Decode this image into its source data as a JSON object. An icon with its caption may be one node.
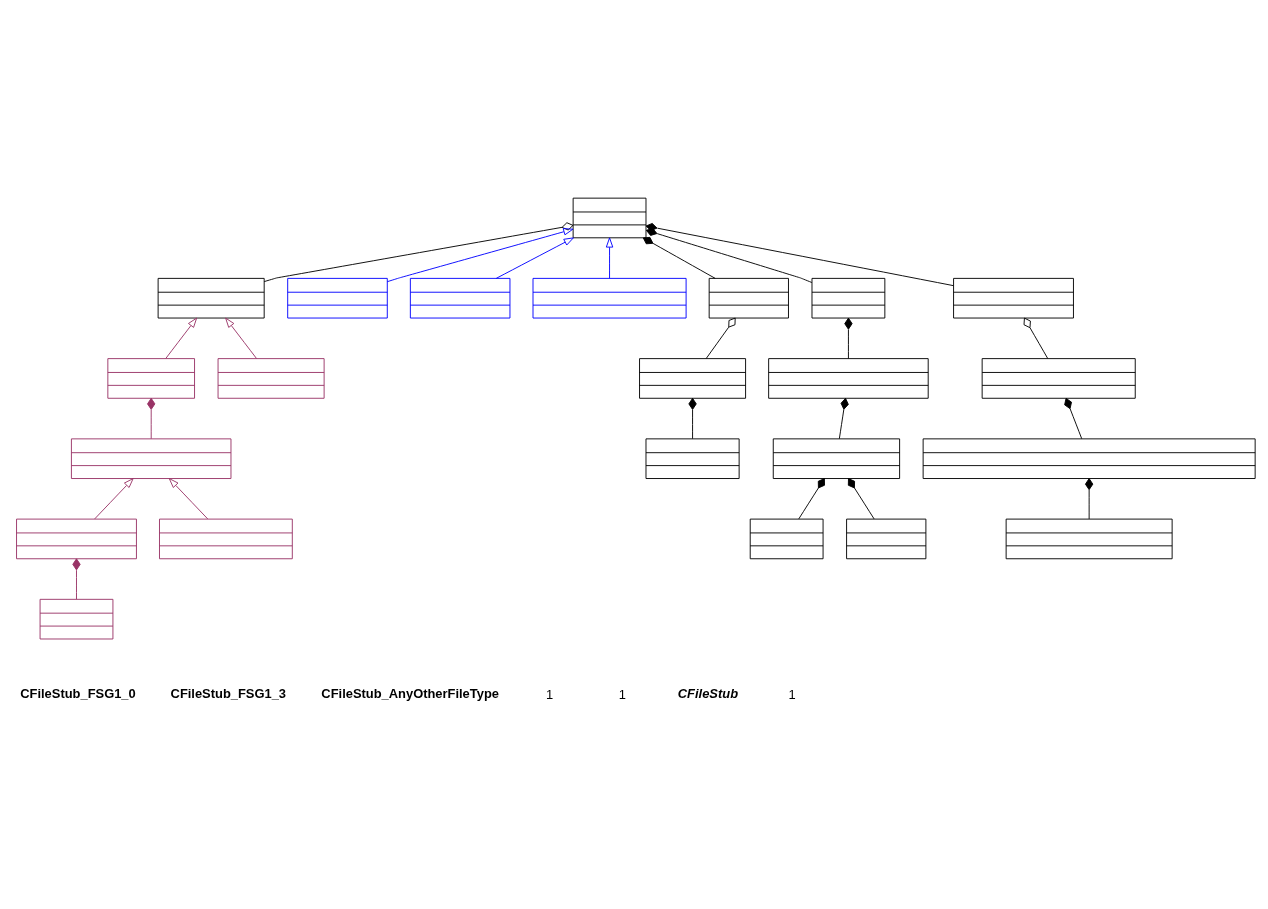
{
  "diagram": {
    "nodes": [
      {
        "text": [],
        "shape": "box"
      },
      {
        "text": [],
        "shape": "box"
      },
      {
        "text": [],
        "shape": "box"
      },
      {
        "text": [],
        "shape": "box"
      },
      {
        "text": [],
        "shape": "box"
      },
      {
        "text": [],
        "shape": "box"
      },
      {
        "text": [],
        "shape": "box"
      },
      {
        "text": [],
        "shape": "box"
      },
      {
        "text": [],
        "shape": "box"
      },
      {
        "text": [],
        "shape": "box"
      },
      {
        "text": [],
        "shape": "box"
      },
      {
        "text": [],
        "shape": "box"
      },
      {
        "text": [],
        "shape": "box"
      },
      {
        "text": [],
        "shape": "box"
      },
      {
        "text": [],
        "shape": "box"
      },
      {
        "text": [],
        "shape": "box"
      },
      {
        "text": [],
        "shape": "box"
      },
      {
        "text": [],
        "shape": "box"
      },
      {
        "text": [],
        "shape": "box"
      },
      {
        "text": [],
        "shape": "box"
      },
      {
        "text": [],
        "shape": "box"
      },
      {
        "text": [],
        "shape": "box"
      },
      {
        "text": [],
        "shape": "box"
      }
    ],
    "edges": [
      {
        "from": 1,
        "to": 7,
        "arrow": "to",
        "color": "#0000ff"
      },
      {
        "from": 2,
        "to": 7,
        "arrow": "to",
        "color": "#0000ff"
      },
      {
        "from": 3,
        "to": 7,
        "arrow": "to",
        "color": "#0000ff"
      },
      {
        "from": 4,
        "to": 0,
        "arrow": "to",
        "color": "#993366"
      },
      {
        "from": 5,
        "to": 0,
        "arrow": "to",
        "color": "#993366"
      },
      {
        "from": 0,
        "to": 7,
        "arrow": "other"
      },
      {
        "from": 6,
        "to": 7,
        "arrow": "other"
      },
      {
        "from": 8,
        "to": 4,
        "arrow": "other",
        "color": "#993366"
      },
      {
        "from": 9,
        "to": 6,
        "arrow": "other"
      },
      {
        "from": 10,
        "to": 7,
        "arrow": "other"
      },
      {
        "from": 11,
        "to": 7,
        "arrow": "other"
      },
      {
        "from": 12,
        "to": 8,
        "arrow": "to",
        "color": "#993366"
      },
      {
        "from": 13,
        "to": 8,
        "arrow": "to",
        "color": "#993366"
      },
      {
        "from": 14,
        "to": 9,
        "arrow": "other"
      },
      {
        "from": 15,
        "to": 10,
        "arrow": "other"
      },
      {
        "from": 16,
        "to": 11,
        "arrow": "other"
      },
      {
        "from": 17,
        "to": 12,
        "arrow": "other",
        "color": "#993366"
      },
      {
        "from": 18,
        "to": 15,
        "arrow": "other"
      },
      {
        "from": 19,
        "to": 16,
        "arrow": "other"
      },
      {
        "from": 20,
        "to": 18,
        "arrow": "other"
      },
      {
        "from": 21,
        "to": 18,
        "arrow": "other"
      },
      {
        "from": 22,
        "to": 19,
        "arrow": "other"
      }
    ],
    "labels": [
      "CFileStub_FSG1_0",
      "CFileStub_FSG1_3",
      "CFileStub_AnyOtherFileType",
      "1",
      "1",
      "CFileStub",
      "1"
    ]
  }
}
